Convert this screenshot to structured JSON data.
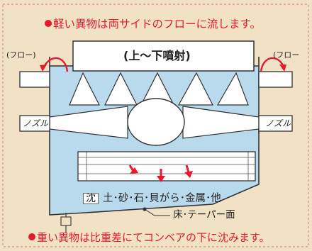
{
  "notes": {
    "light": "軽い異物は両サイドのフローに流します。",
    "heavy": "重い異物は比重差にてコンベアの下に沈みます。"
  },
  "labels": {
    "spray": "(上～下噴射)",
    "flow_left": "(フロー)",
    "flow_right": "(フロー",
    "nozzle_left": "ノズル",
    "nozzle_right": "ノズル",
    "sink_badge": "沈",
    "sink_items": "土･砂･石･貝がら･金属･他",
    "floor": "床･テーパー面"
  },
  "colors": {
    "background": "#f1e2c6",
    "water": "#b9daec",
    "accent": "#e8192c"
  }
}
